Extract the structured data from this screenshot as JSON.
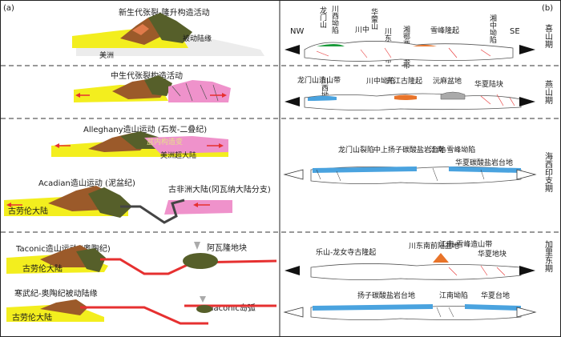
{
  "panel_labels": {
    "a": "(a)",
    "b": "(b)"
  },
  "panel_a": {
    "row1": {
      "title": "新生代张裂-隆升构造活动",
      "passive": "被动陆缘",
      "continent": "美洲"
    },
    "row2": {
      "title": "中生代张裂构造活动"
    },
    "row3": {
      "title": "Alleghany造山运动 (石炭-二叠纪)",
      "basin": "盆内构造变",
      "continent": "美洲超大陆"
    },
    "row4": {
      "title": "Acadian造山运动 (泥盆纪)",
      "africa": "古非洲大陆(冈瓦纳大陆分支)",
      "laurentia": "古劳伦大陆"
    },
    "row5": {
      "title": "Taconic造山运动 (奥陶纪)",
      "avalon": "阿瓦隆地块",
      "laurentia": "古劳伦大陆"
    },
    "row6": {
      "title": "寒武纪-奥陶纪被动陆缘",
      "arc": "Taconic岛弧",
      "laurentia": "古劳伦大陆"
    }
  },
  "panel_b": {
    "periods": [
      "喜山期",
      "燕山期",
      "海西印支期",
      "加里东期"
    ],
    "himalayan": {
      "nw": "NW",
      "se": "SE",
      "labels": [
        "龙门山",
        "川西坳陷",
        "川中",
        "华蓥山",
        "川东褶皱带",
        "湘鄂西褶皱带",
        "雪峰隆起",
        "湘中坳陷"
      ]
    },
    "yanshan": {
      "labels": [
        "龙门山造山带",
        "川西坳陷",
        "川中坳陷",
        "开江古隆起",
        "沅麻盆地",
        "华夏陆块"
      ]
    },
    "hercynian": {
      "labels": [
        "龙门山裂陷",
        "中上扬子碳酸盐岩台地",
        "江南-雪峰坳陷",
        "华夏碳酸盐岩台地"
      ]
    },
    "caledonian_1": {
      "labels": [
        "乐山-龙女寺古隆起",
        "川东南前陆盆地",
        "江南-雪峰造山带",
        "华夏地块"
      ]
    },
    "caledonian_2": {
      "labels": [
        "扬子碳酸盐岩台地",
        "江南坳陷",
        "华夏台地"
      ]
    }
  }
}
